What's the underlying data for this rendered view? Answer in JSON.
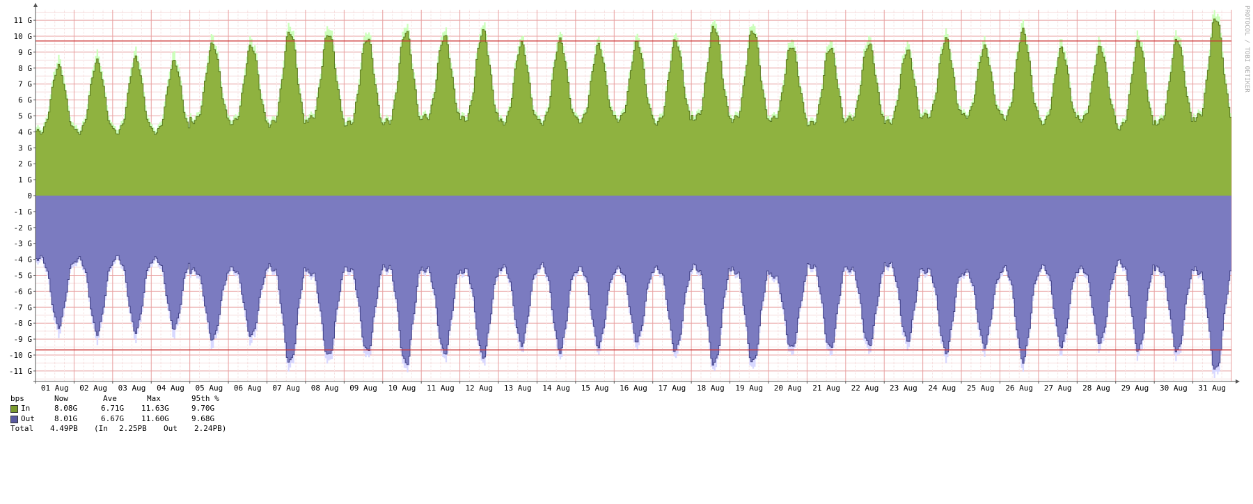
{
  "watermark": "PROTOCOL / TOBI OETIKER",
  "legend": {
    "header": {
      "unit": "bps",
      "now": "Now",
      "ave": "Ave",
      "max": "Max",
      "p95": "95th %"
    },
    "rows": [
      {
        "name": "In",
        "color": "#7a9a2e",
        "now": "8.08G",
        "ave": "6.71G",
        "max": "11.63G",
        "p95": "9.70G"
      },
      {
        "name": "Out",
        "color": "#5a5aa0",
        "now": "8.01G",
        "ave": "6.67G",
        "max": "11.60G",
        "p95": "9.68G"
      }
    ],
    "total": {
      "label": "Total",
      "value": "4.49PB",
      "in_label": "(In",
      "in_value": "2.25PB",
      "out_label": "Out",
      "out_value": "2.24PB)"
    }
  },
  "chart_data": {
    "type": "area",
    "title": "",
    "xlabel": "",
    "ylabel": "",
    "unit": "bps",
    "ylim": [
      -12,
      12
    ],
    "yticks": [
      "11 G",
      "10 G",
      "9 G",
      "8 G",
      "7 G",
      "6 G",
      "5 G",
      "4 G",
      "3 G",
      "2 G",
      "1 G",
      "0",
      "-1 G",
      "-2 G",
      "-3 G",
      "-4 G",
      "-5 G",
      "-6 G",
      "-7 G",
      "-8 G",
      "-9 G",
      "-10 G",
      "-11 G"
    ],
    "ytick_values": [
      11,
      10,
      9,
      8,
      7,
      6,
      5,
      4,
      3,
      2,
      1,
      0,
      -1,
      -2,
      -3,
      -4,
      -5,
      -6,
      -7,
      -8,
      -9,
      -10,
      -11
    ],
    "xticks": [
      "01 Aug",
      "02 Aug",
      "03 Aug",
      "04 Aug",
      "05 Aug",
      "06 Aug",
      "07 Aug",
      "08 Aug",
      "09 Aug",
      "10 Aug",
      "11 Aug",
      "12 Aug",
      "13 Aug",
      "14 Aug",
      "15 Aug",
      "16 Aug",
      "17 Aug",
      "18 Aug",
      "19 Aug",
      "20 Aug",
      "21 Aug",
      "22 Aug",
      "23 Aug",
      "24 Aug",
      "25 Aug",
      "26 Aug",
      "27 Aug",
      "28 Aug",
      "29 Aug",
      "30 Aug",
      "31 Aug"
    ],
    "grid": true,
    "colors": {
      "in": "#8fb240",
      "in_max": "#ccffbb",
      "in_line": "#5a7a20",
      "out": "#7b7bc0",
      "out_max": "#d8d8ff",
      "out_line": "#444488",
      "p95_line": "#cc3333"
    },
    "series": [
      {
        "name": "In",
        "daily_min": [
          4.0,
          4.0,
          4.0,
          4.0,
          4.7,
          4.6,
          4.5,
          4.8,
          4.5,
          4.6,
          4.9,
          4.8,
          4.6,
          4.6,
          4.7,
          4.8,
          4.6,
          4.9,
          4.8,
          4.8,
          4.5,
          4.8,
          4.6,
          5.0,
          5.0,
          4.9,
          4.6,
          4.8,
          4.3,
          4.6,
          4.9
        ],
        "daily_max": [
          8.1,
          8.4,
          8.6,
          8.4,
          9.5,
          9.4,
          10.3,
          10.2,
          9.9,
          10.3,
          10.0,
          10.3,
          9.5,
          9.7,
          9.4,
          9.6,
          9.7,
          10.6,
          10.4,
          9.4,
          9.3,
          9.5,
          9.1,
          9.8,
          9.3,
          10.3,
          9.2,
          9.3,
          9.7,
          9.8,
          11.2
        ],
        "p95": 9.7
      },
      {
        "name": "Out",
        "daily_min": [
          -3.9,
          -4.0,
          -3.9,
          -4.0,
          -4.7,
          -4.6,
          -4.5,
          -4.8,
          -4.6,
          -4.5,
          -4.6,
          -4.7,
          -4.5,
          -4.4,
          -4.6,
          -4.6,
          -4.6,
          -4.5,
          -4.7,
          -5.0,
          -4.4,
          -4.6,
          -4.3,
          -4.7,
          -4.8,
          -4.6,
          -4.5,
          -4.6,
          -4.2,
          -4.6,
          -4.7
        ],
        "daily_max": [
          -8.2,
          -8.6,
          -8.5,
          -8.3,
          -9.0,
          -8.8,
          -10.5,
          -10.1,
          -9.8,
          -10.6,
          -9.9,
          -10.1,
          -9.3,
          -9.7,
          -9.4,
          -9.1,
          -9.7,
          -10.6,
          -10.5,
          -9.6,
          -9.6,
          -9.4,
          -9.1,
          -9.8,
          -9.4,
          -10.3,
          -9.4,
          -9.2,
          -9.7,
          -9.8,
          -11.0
        ],
        "p95": -9.68
      }
    ]
  }
}
